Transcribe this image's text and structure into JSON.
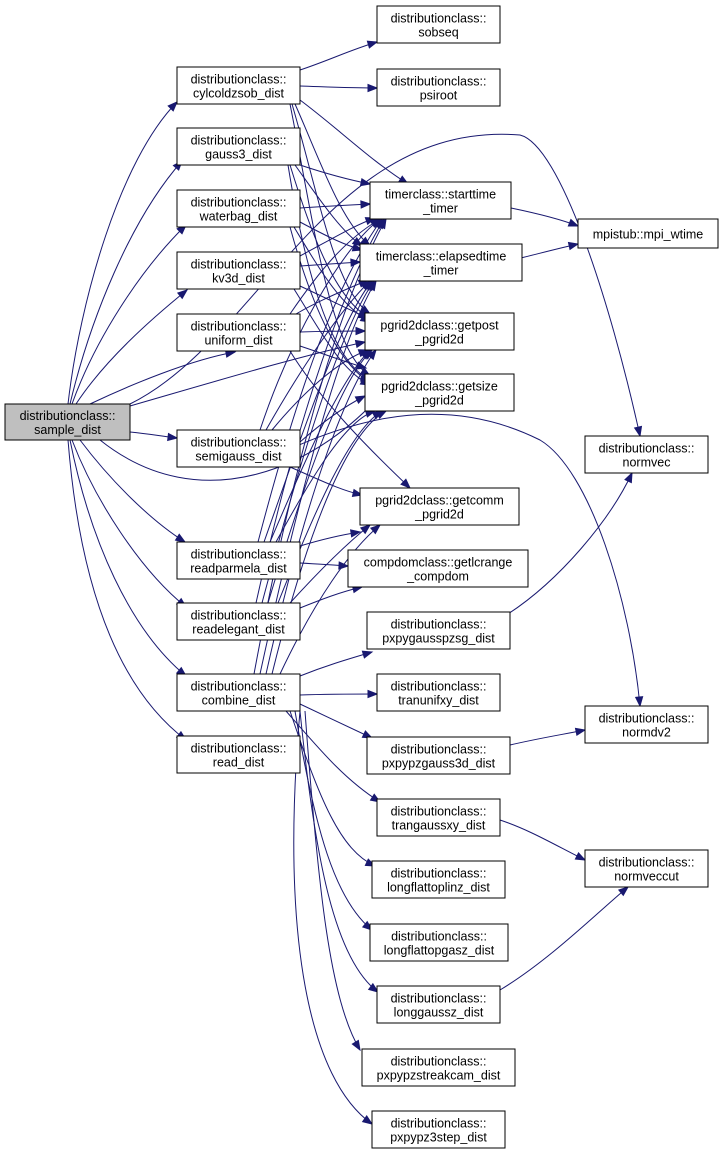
{
  "colors": {
    "edge": "#191970",
    "node_fill": "#ffffff",
    "root_fill": "#bfbfbf",
    "border": "#000000"
  },
  "nodes": [
    {
      "id": "sample_dist",
      "l1": "distributionclass::",
      "l2": "sample_dist",
      "root": true
    },
    {
      "id": "cylcoldzsob_dist",
      "l1": "distributionclass::",
      "l2": "cylcoldzsob_dist"
    },
    {
      "id": "gauss3_dist",
      "l1": "distributionclass::",
      "l2": "gauss3_dist"
    },
    {
      "id": "waterbag_dist",
      "l1": "distributionclass::",
      "l2": "waterbag_dist"
    },
    {
      "id": "kv3d_dist",
      "l1": "distributionclass::",
      "l2": "kv3d_dist"
    },
    {
      "id": "uniform_dist",
      "l1": "distributionclass::",
      "l2": "uniform_dist"
    },
    {
      "id": "semigauss_dist",
      "l1": "distributionclass::",
      "l2": "semigauss_dist"
    },
    {
      "id": "readparmela_dist",
      "l1": "distributionclass::",
      "l2": "readparmela_dist"
    },
    {
      "id": "readelegant_dist",
      "l1": "distributionclass::",
      "l2": "readelegant_dist"
    },
    {
      "id": "combine_dist",
      "l1": "distributionclass::",
      "l2": "combine_dist"
    },
    {
      "id": "read_dist",
      "l1": "distributionclass::",
      "l2": "read_dist"
    },
    {
      "id": "sobseq",
      "l1": "distributionclass::",
      "l2": "sobseq"
    },
    {
      "id": "psiroot",
      "l1": "distributionclass::",
      "l2": "psiroot"
    },
    {
      "id": "starttime_timer",
      "l1": "timerclass::starttime",
      "l2": "_timer"
    },
    {
      "id": "elapsedtime_timer",
      "l1": "timerclass::elapsedtime",
      "l2": "_timer"
    },
    {
      "id": "getpost_pgrid2d",
      "l1": "pgrid2dclass::getpost",
      "l2": "_pgrid2d"
    },
    {
      "id": "getsize_pgrid2d",
      "l1": "pgrid2dclass::getsize",
      "l2": "_pgrid2d"
    },
    {
      "id": "getcomm_pgrid2d",
      "l1": "pgrid2dclass::getcomm",
      "l2": "_pgrid2d"
    },
    {
      "id": "getlcrange_compdom",
      "l1": "compdomclass::getlcrange",
      "l2": "_compdom"
    },
    {
      "id": "pxpygausspzsg_dist",
      "l1": "distributionclass::",
      "l2": "pxpygausspzsg_dist"
    },
    {
      "id": "tranunifxy_dist",
      "l1": "distributionclass::",
      "l2": "tranunifxy_dist"
    },
    {
      "id": "pxpypzgauss3d_dist",
      "l1": "distributionclass::",
      "l2": "pxpypzgauss3d_dist"
    },
    {
      "id": "trangaussxy_dist",
      "l1": "distributionclass::",
      "l2": "trangaussxy_dist"
    },
    {
      "id": "longflattoplinz_dist",
      "l1": "distributionclass::",
      "l2": "longflattoplinz_dist"
    },
    {
      "id": "longflattopgasz_dist",
      "l1": "distributionclass::",
      "l2": "longflattopgasz_dist"
    },
    {
      "id": "longgaussz_dist",
      "l1": "distributionclass::",
      "l2": "longgaussz_dist"
    },
    {
      "id": "pxpypzstreakcam_dist",
      "l1": "distributionclass::",
      "l2": "pxpypzstreakcam_dist"
    },
    {
      "id": "pxpypz3step_dist",
      "l1": "distributionclass::",
      "l2": "pxpypz3step_dist"
    },
    {
      "id": "mpi_wtime",
      "l1": "mpistub::mpi_wtime",
      "l2": ""
    },
    {
      "id": "normvec",
      "l1": "distributionclass::",
      "l2": "normvec"
    },
    {
      "id": "normdv2",
      "l1": "distributionclass::",
      "l2": "normdv2"
    },
    {
      "id": "normveccut",
      "l1": "distributionclass::",
      "l2": "normveccut"
    }
  ]
}
